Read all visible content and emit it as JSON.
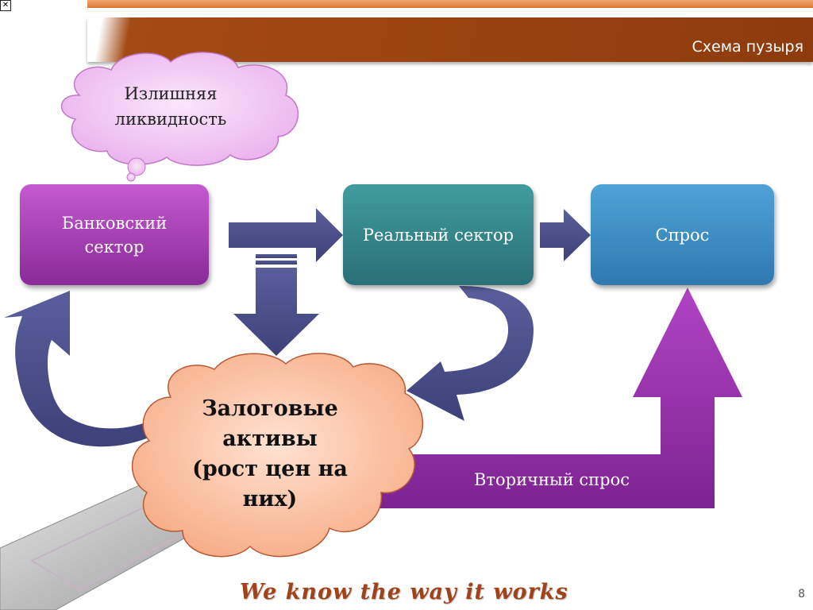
{
  "header": {
    "title": "Схема пузыря"
  },
  "clouds": {
    "liquidity": [
      "Излишняя",
      "ликвидность"
    ],
    "collateral": [
      "Залоговые",
      "активы",
      "(рост цен на",
      "них)"
    ]
  },
  "boxes": {
    "bank": [
      "Банковский",
      "сектор"
    ],
    "real": "Реальный сектор",
    "demand": "Спрос"
  },
  "arrows": {
    "secondary_label": "Вторичный спрос"
  },
  "footer": {
    "slogan": "We know the way it works",
    "page_number": "8"
  },
  "colors": {
    "header": "#8d3b0e",
    "bank": "#9b34aa",
    "real": "#2f7b80",
    "demand": "#3a8ac2",
    "arrow": "#4c4f8a",
    "cloud_liquidity": "#f0c7f2",
    "cloud_collateral": "#fcc6a8",
    "secondary": "#8a2da0"
  }
}
